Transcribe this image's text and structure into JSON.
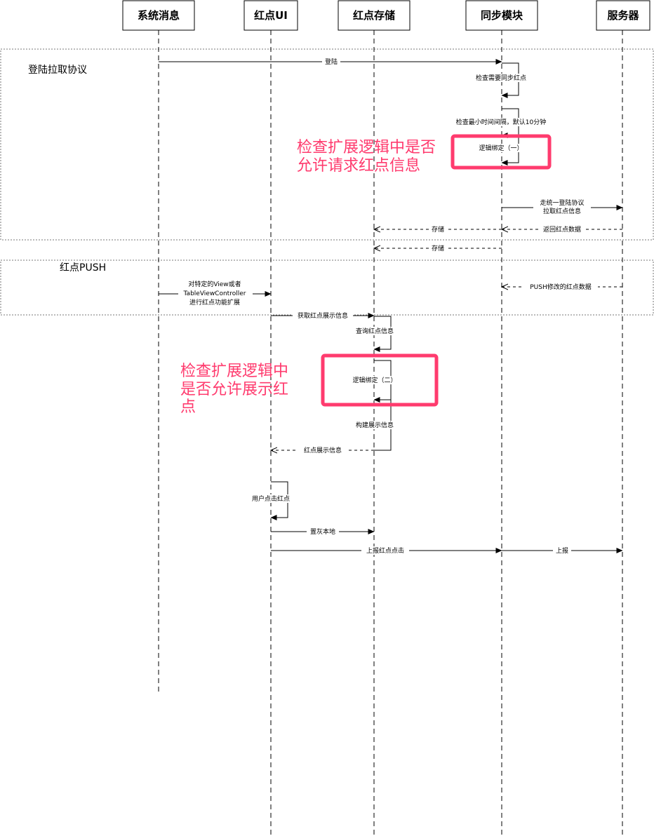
{
  "actors": [
    {
      "id": "sys",
      "label": "系统消息"
    },
    {
      "id": "ui",
      "label": "红点UI"
    },
    {
      "id": "store",
      "label": "红点存储"
    },
    {
      "id": "sync",
      "label": "同步模块"
    },
    {
      "id": "server",
      "label": "服务器"
    }
  ],
  "frames": [
    {
      "id": "login",
      "label": "登陆拉取协议"
    },
    {
      "id": "push",
      "label": "红点PUSH"
    }
  ],
  "messages": [
    {
      "id": "m1",
      "from": "sys",
      "to": "sync",
      "style": "solid",
      "lines": [
        "登陆"
      ]
    },
    {
      "id": "m2",
      "from": "sync",
      "to": "sync",
      "style": "self",
      "lines": [
        "检查需要同步红点"
      ]
    },
    {
      "id": "m3",
      "from": "sync",
      "to": "sync",
      "style": "self",
      "lines": [
        "检查最小时间间隔，默认10分钟"
      ]
    },
    {
      "id": "m4",
      "from": "sync",
      "to": "sync",
      "style": "self",
      "lines": [
        "逻辑绑定（一）"
      ]
    },
    {
      "id": "m5",
      "from": "sync",
      "to": "server",
      "style": "solid",
      "lines": [
        "走统一登陆协议",
        "拉取红点信息"
      ]
    },
    {
      "id": "m6",
      "from": "server",
      "to": "sync",
      "style": "dashed",
      "lines": [
        "返回红点数据"
      ]
    },
    {
      "id": "m7",
      "from": "sync",
      "to": "store",
      "style": "dashed",
      "lines": [
        "存储"
      ]
    },
    {
      "id": "m8",
      "from": "sync",
      "to": "store",
      "style": "dashed",
      "lines": [
        "存储"
      ]
    },
    {
      "id": "m9",
      "from": "server",
      "to": "sync",
      "style": "dashed",
      "lines": [
        "PUSH修改的红点数据"
      ]
    },
    {
      "id": "m10",
      "from": "sys",
      "to": "ui",
      "style": "solid",
      "lines": [
        "对特定的View或者",
        "TableViewController",
        "进行红点功能扩展"
      ]
    },
    {
      "id": "m11",
      "from": "ui",
      "to": "store",
      "style": "solid",
      "lines": [
        "获取红点展示信息"
      ]
    },
    {
      "id": "m12",
      "from": "store",
      "to": "store",
      "style": "self",
      "lines": [
        "查询红点信息"
      ]
    },
    {
      "id": "m13",
      "from": "store",
      "to": "store",
      "style": "self",
      "lines": [
        "逻辑绑定（二）"
      ]
    },
    {
      "id": "m14",
      "from": "store",
      "to": "store",
      "style": "self",
      "lines": [
        "构建展示信息"
      ]
    },
    {
      "id": "m15",
      "from": "store",
      "to": "ui",
      "style": "dashed",
      "lines": [
        "红点展示信息"
      ]
    },
    {
      "id": "m16",
      "from": "ui",
      "to": "ui",
      "style": "self",
      "lines": [
        "用户点击红点"
      ]
    },
    {
      "id": "m17",
      "from": "ui",
      "to": "store",
      "style": "solid",
      "lines": [
        "置灰本地"
      ]
    },
    {
      "id": "m18",
      "from": "ui",
      "to": "sync",
      "style": "solid",
      "lines": [
        "上报红点点击"
      ]
    },
    {
      "id": "m19",
      "from": "sync",
      "to": "server",
      "style": "solid",
      "lines": [
        "上报"
      ]
    }
  ],
  "annotations": [
    {
      "id": "note1",
      "lines": [
        "检查扩展逻辑中是否",
        "允许请求红点信息"
      ]
    },
    {
      "id": "note2",
      "lines": [
        "检查扩展逻辑中",
        "是否允许展示红",
        "点"
      ]
    }
  ],
  "colors": {
    "line": "#000000",
    "frame_border": "#777777",
    "highlight": "#ff3b6e"
  }
}
